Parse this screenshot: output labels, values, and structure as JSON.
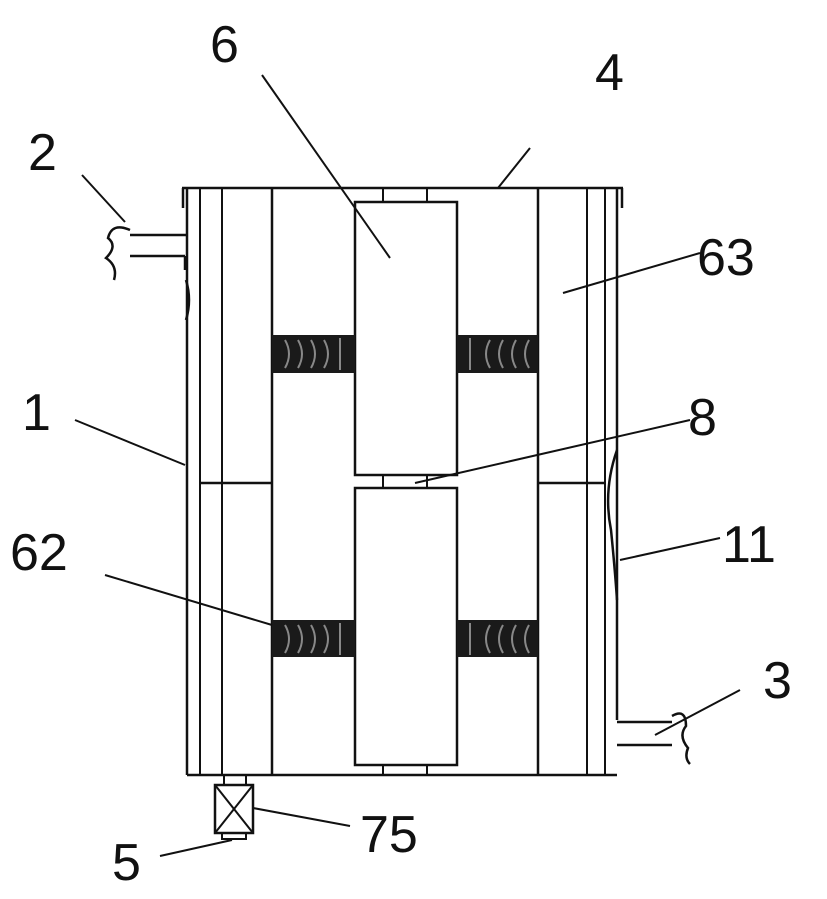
{
  "figure": {
    "labels": {
      "l6": "6",
      "l4": "4",
      "l2": "2",
      "l63": "63",
      "l1": "1",
      "l8": "8",
      "l62": "62",
      "l11": "11",
      "l3": "3",
      "l75": "75",
      "l5": "5"
    },
    "line_color": "#111111"
  }
}
